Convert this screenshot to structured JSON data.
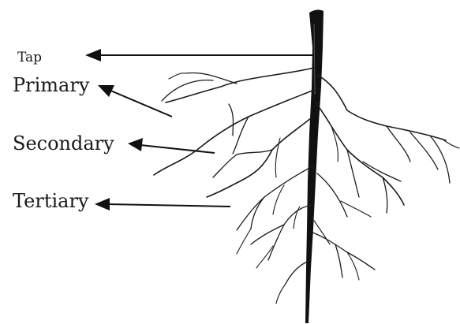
{
  "labels": {
    "tap": "Tap",
    "primary": "Primary",
    "secondary": "Secondary",
    "tertiary": "Tertiary"
  },
  "colors": {
    "ink": "#111111",
    "background": "#ffffff"
  }
}
